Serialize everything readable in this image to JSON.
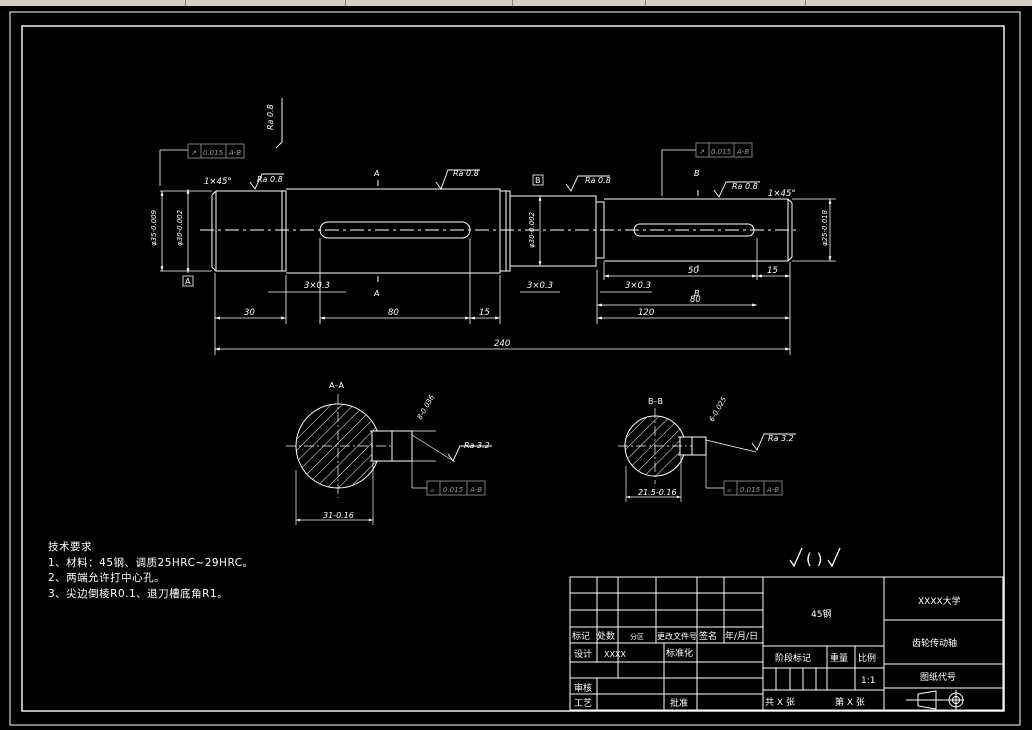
{
  "dims": {
    "d30": "30",
    "d80": "80",
    "d15a": "15",
    "d240": "240",
    "d120": "120",
    "d80b": "80",
    "d50": "50",
    "d15b": "15",
    "groove": "3×0.3",
    "chamfer": "1×45°",
    "dia_a": "φ35-0.009",
    "dia_b": "φ30-0.002",
    "dia_c": "φ30-0.002",
    "dia_d": "φ25-0.018",
    "kw_a": "8-0.036",
    "kw_b": "6-0.025",
    "depth_a": "31-0.16",
    "depth_b": "21.5-0.16"
  },
  "rough": {
    "r08": "Ra 0.8",
    "r32": "Ra 3.2"
  },
  "tol": {
    "runout": "↗",
    "symm": "⌯",
    "val": "0.015",
    "ref": "A-B"
  },
  "datum": {
    "a": "A",
    "b": "B"
  },
  "section": {
    "aa": "A–A",
    "bb": "B–B",
    "a": "A",
    "b": "B"
  },
  "tech": {
    "title": "技术要求",
    "l1": "1、材料：45钢、调质25HRC~29HRC。",
    "l2": "2、两端允许打中心孔。",
    "l3": "3、尖边倒棱R0.1、退刀槽底角R1。"
  },
  "other_rough": "(   )",
  "tb": {
    "material": "45钢",
    "school": "XXXX大学",
    "part": "齿轮传动轴",
    "drawno": "图纸代号",
    "h_mark": "标记",
    "h_count": "处数",
    "h_zone": "分区",
    "h_doc": "更改文件号",
    "h_sign": "签名",
    "h_date": "年/月/日",
    "design": "设计",
    "designer": "XXXX",
    "std": "标准化",
    "stage": "阶段标记",
    "weight": "重量",
    "scale": "比例",
    "scale_val": "1:1",
    "review": "审核",
    "process": "工艺",
    "approve": "批准",
    "sheets": "共 X 张",
    "sheet": "第 X 张"
  },
  "colors": {
    "line": "#ffffff",
    "tol": "#9a9a9a",
    "bg": "#000000",
    "chrome": "#d4d0c8"
  }
}
